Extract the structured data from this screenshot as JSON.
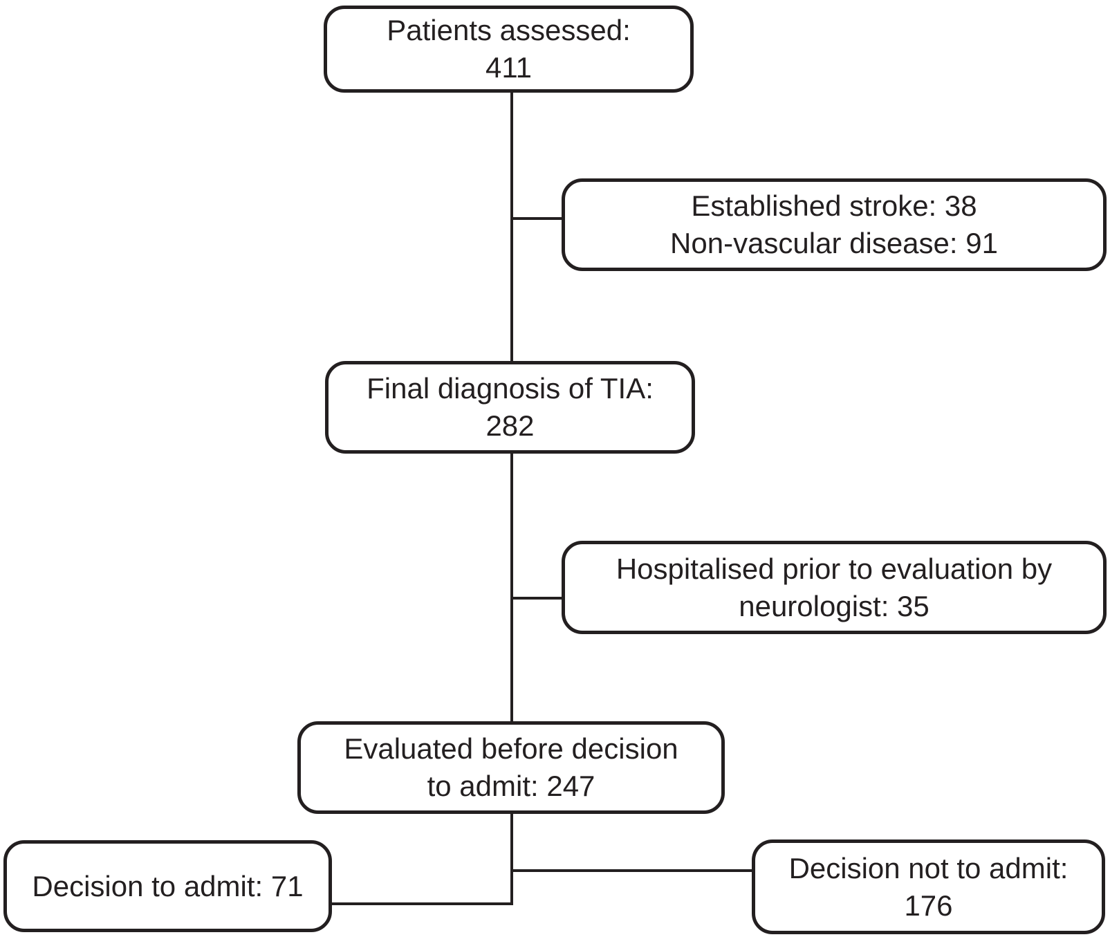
{
  "colors": {
    "background": "#ffffff",
    "line": "#231f20",
    "text": "#231f20",
    "box_fill": "#ffffff"
  },
  "flowchart": {
    "type": "patient-flow-diagram",
    "nodes": {
      "patients_assessed": {
        "lines": [
          "Patients assessed:",
          "411"
        ],
        "value": 411
      },
      "excluded": {
        "lines": [
          "Established stroke: 38",
          "Non-vascular disease: 91"
        ],
        "values": {
          "established_stroke": 38,
          "non_vascular_disease": 91
        }
      },
      "final_diagnosis_tia": {
        "lines": [
          "Final diagnosis of TIA:",
          "282"
        ],
        "value": 282
      },
      "hospitalised_prior": {
        "lines": [
          "Hospitalised prior to evaluation by",
          "neurologist: 35"
        ],
        "value": 35
      },
      "evaluated_before_decision": {
        "lines": [
          "Evaluated before decision",
          "to admit: 247"
        ],
        "value": 247
      },
      "decision_to_admit": {
        "lines": [
          "Decision to admit: 71"
        ],
        "value": 71
      },
      "decision_not_to_admit": {
        "lines": [
          "Decision not to admit:",
          "176"
        ],
        "value": 176
      }
    }
  }
}
